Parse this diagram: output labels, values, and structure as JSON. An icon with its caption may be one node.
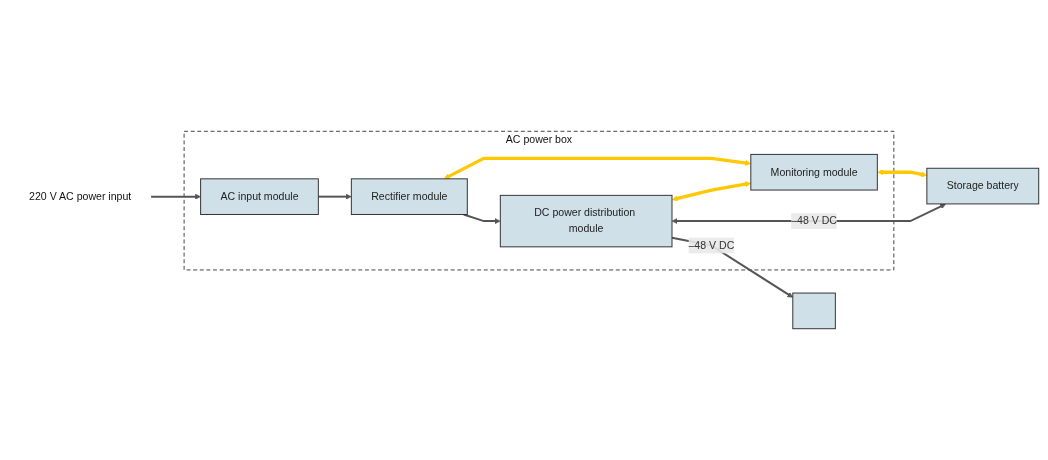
{
  "diagram": {
    "nodes": [
      {
        "text": [
          "220 V AC power input"
        ]
      },
      {
        "text": [
          "AC power box"
        ]
      },
      {
        "text": [
          "AC input module"
        ],
        "in": 1
      },
      {
        "text": [
          "Rectifier module"
        ],
        "in": 1
      },
      {
        "text": [
          "DC power distribution module"
        ],
        "in": 1
      },
      {
        "text": [
          "Monitoring module"
        ],
        "in": 1
      },
      {
        "text": [],
        "shape": "box"
      },
      {
        "text": [
          "Storage battery"
        ]
      }
    ],
    "edges": [
      {
        "from": 0,
        "to": 2,
        "arrow": "to"
      },
      {
        "from": 2,
        "to": 3,
        "arrow": "to"
      },
      {
        "from": 3,
        "to": 4,
        "arrow": "to"
      },
      {
        "from": 4,
        "to": 6,
        "arrow": "to",
        "label": "–48 V DC"
      },
      {
        "from": 3,
        "to": 5,
        "arrow": "both",
        "color": "#ffc800"
      },
      {
        "from": 4,
        "to": 5,
        "arrow": "both",
        "color": "#ffc800"
      },
      {
        "from": 5,
        "to": 7,
        "arrow": "both",
        "color": "#ffc800"
      },
      {
        "from": 7,
        "to": 4,
        "arrow": "both",
        "label": "–48 V DC"
      }
    ]
  }
}
